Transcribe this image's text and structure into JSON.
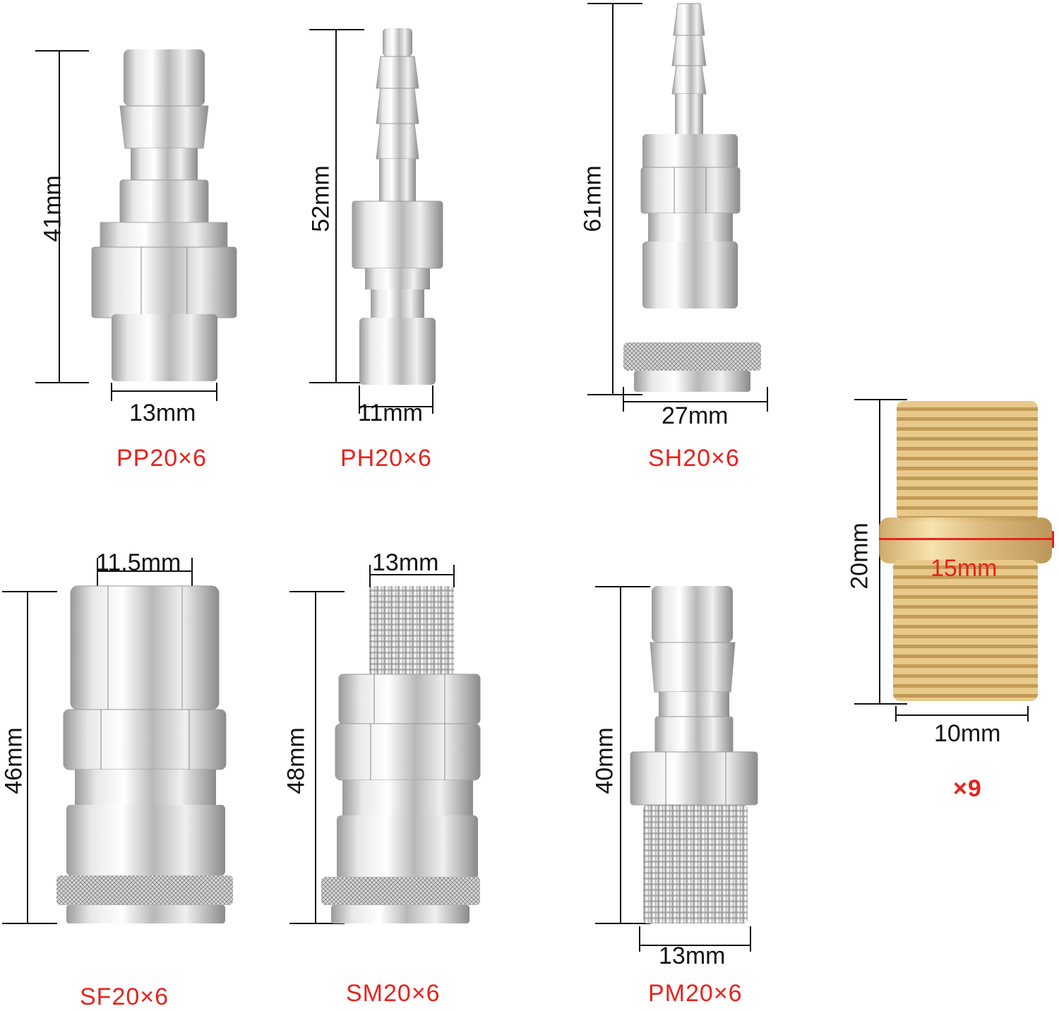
{
  "fittings": [
    {
      "code": "PP20×6",
      "height": "41mm",
      "width": "13mm",
      "material": "chrome"
    },
    {
      "code": "PH20×6",
      "height": "52mm",
      "width": "11mm",
      "material": "chrome"
    },
    {
      "code": "SH20×6",
      "height": "61mm",
      "width": "27mm",
      "material": "chrome"
    },
    {
      "code": "SF20×6",
      "height": "46mm",
      "width": "11.5mm",
      "material": "chrome"
    },
    {
      "code": "SM20×6",
      "height": "48mm",
      "width": "13mm",
      "material": "chrome"
    },
    {
      "code": "PM20×6",
      "height": "40mm",
      "width": "13mm",
      "material": "chrome"
    }
  ],
  "brass_nipple": {
    "height": "20mm",
    "hex": "15mm",
    "width": "10mm",
    "quantity": "×9"
  },
  "colors": {
    "label_red": "#e8221d",
    "dimension_line": "#111111",
    "hex_line": "#e8221d"
  }
}
